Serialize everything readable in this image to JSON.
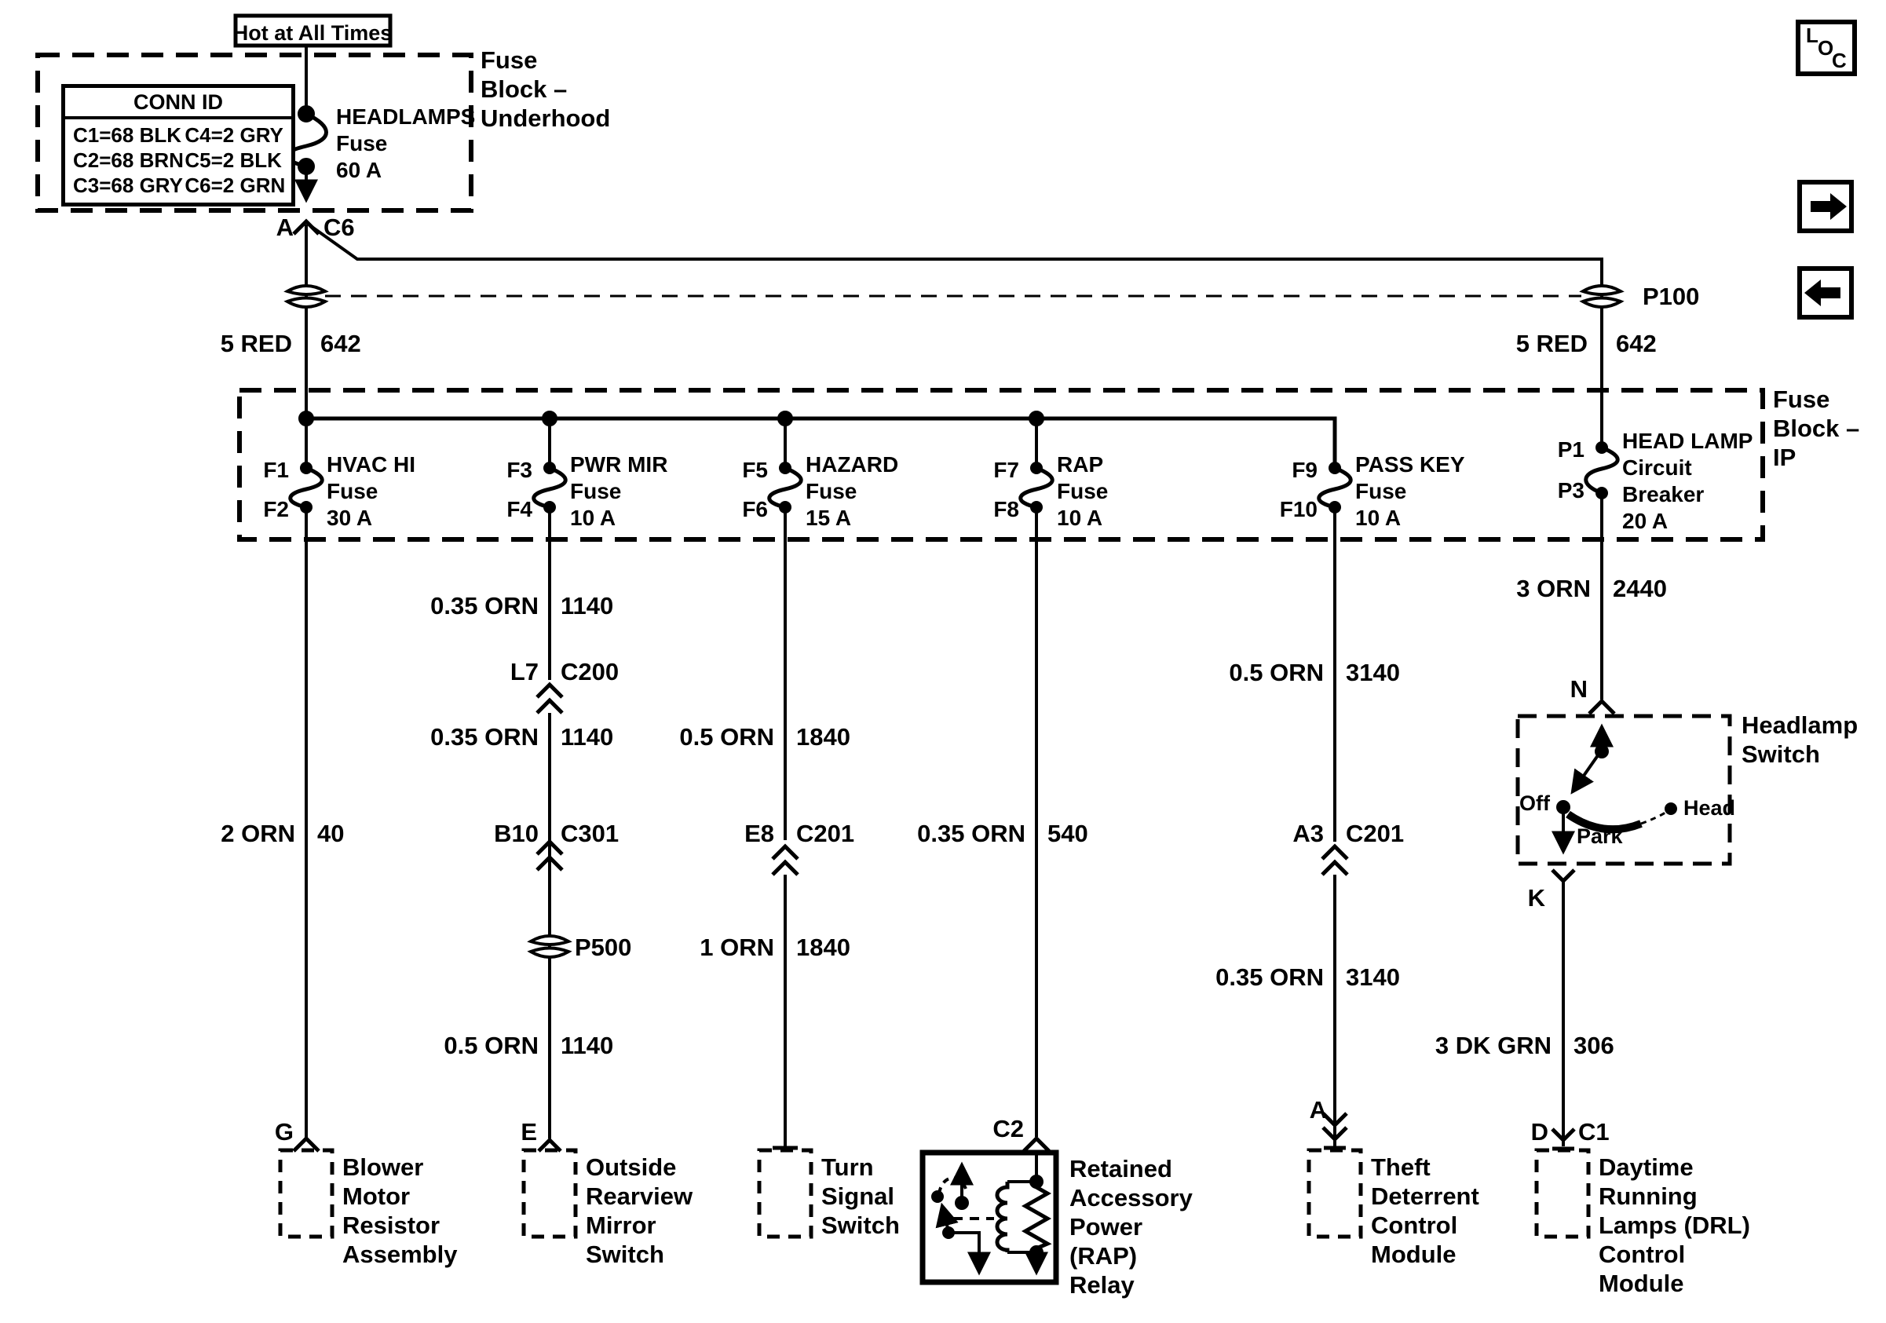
{
  "nav": {
    "loc_letters": [
      "L",
      "O",
      "C"
    ]
  },
  "power_source": {
    "label": "Hot at All Times"
  },
  "underhood_block": {
    "title": "Fuse\nBlock –\nUnderhood",
    "conn_table": {
      "header": "CONN ID",
      "rows": [
        [
          "C1=68 BLK",
          "C4=2 GRY"
        ],
        [
          "C2=68 BRN",
          "C5=2 BLK"
        ],
        [
          "C3=68 GRY",
          "C6=2 GRN"
        ]
      ]
    },
    "fuse_label": "HEADLAMPS\nFuse\n60 A"
  },
  "junction_a": {
    "pin": "A",
    "connector": "C6"
  },
  "pass_through": {
    "p100": "P100",
    "p500": "P500"
  },
  "ip_block": {
    "title": "Fuse\nBlock –\nIP",
    "fuses": [
      {
        "pin_top": "F1",
        "pin_bottom": "F2",
        "label": "HVAC HI\nFuse\n30 A"
      },
      {
        "pin_top": "F3",
        "pin_bottom": "F4",
        "label": "PWR MIR\nFuse\n10 A"
      },
      {
        "pin_top": "F5",
        "pin_bottom": "F6",
        "label": "HAZARD\nFuse\n15 A"
      },
      {
        "pin_top": "F7",
        "pin_bottom": "F8",
        "label": "RAP\nFuse\n10 A"
      },
      {
        "pin_top": "F9",
        "pin_bottom": "F10",
        "label": "PASS KEY\nFuse\n10 A"
      },
      {
        "pin_top": "P1",
        "pin_bottom": "P3",
        "label": "HEAD LAMP\nCircuit\nBreaker\n20 A"
      }
    ]
  },
  "wires": {
    "left_feed": {
      "name": "5 RED",
      "circuit": "642"
    },
    "right_feed": {
      "name": "5 RED",
      "circuit": "642"
    },
    "hvac_out": {
      "name": "2 ORN",
      "circuit": "40"
    },
    "pwrmir_upper": {
      "name": "0.35 ORN",
      "circuit": "1140"
    },
    "pwrmir_mid": {
      "name": "0.35 ORN",
      "circuit": "1140"
    },
    "pwrmir_lower": {
      "name": "0.5 ORN",
      "circuit": "1140"
    },
    "hazard_upper": {
      "name": "0.5 ORN",
      "circuit": "1840"
    },
    "hazard_lower": {
      "name": "1 ORN",
      "circuit": "1840"
    },
    "rap_out": {
      "name": "0.35 ORN",
      "circuit": "540"
    },
    "passkey_upper": {
      "name": "0.5 ORN",
      "circuit": "3140"
    },
    "passkey_lower": {
      "name": "0.35 ORN",
      "circuit": "3140"
    },
    "headlamp_feed": {
      "name": "3 ORN",
      "circuit": "2440"
    },
    "drl_out": {
      "name": "3 DK GRN",
      "circuit": "306"
    }
  },
  "connectors": {
    "c200": {
      "pin": "L7",
      "name": "C200"
    },
    "c301": {
      "pin": "B10",
      "name": "C301"
    },
    "c201_hazard": {
      "pin": "E8",
      "name": "C201"
    },
    "c201_passkey": {
      "pin": "A3",
      "name": "C201"
    }
  },
  "headlamp_switch": {
    "title": "Headlamp\nSwitch",
    "pin_in": "N",
    "pin_out": "K",
    "pos_off": "Off",
    "pos_park": "Park",
    "pos_head": "Head"
  },
  "components": {
    "blower": {
      "pin": "G",
      "label": "Blower\nMotor\nResistor\nAssembly"
    },
    "mirror": {
      "pin": "E",
      "label": "Outside\nRearview\nMirror\nSwitch"
    },
    "turn_signal": {
      "label": "Turn\nSignal\nSwitch"
    },
    "rap_relay": {
      "pin": "C2",
      "label": "Retained\nAccessory\nPower\n(RAP)\nRelay"
    },
    "theft": {
      "pin": "A",
      "label": "Theft\nDeterrent\nControl\nModule"
    },
    "drl": {
      "pin_left": "D",
      "pin_right": "C1",
      "label": "Daytime\nRunning\nLamps (DRL)\nControl\nModule"
    }
  },
  "colors": {
    "ink": "#000000",
    "paper": "#ffffff"
  }
}
